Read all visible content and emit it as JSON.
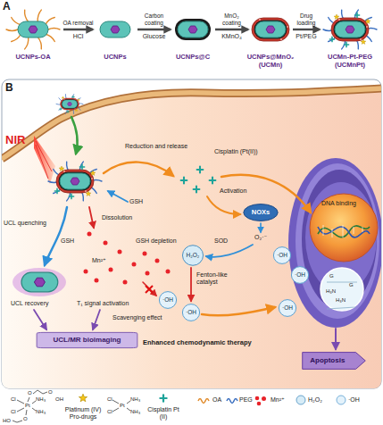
{
  "diagram": {
    "nodes": [
      {
        "text": [
          "UCNPs-OA"
        ]
      },
      {
        "text": [
          "UCNPs"
        ]
      },
      {
        "text": [
          "UCNPs@C"
        ]
      },
      {
        "text": [
          "UCNPs@MnO₂ (UCMn)"
        ]
      },
      {
        "text": [
          "UCMn-Pt-PEG (UCMnPt)"
        ]
      },
      {
        "text": [
          "NOXs"
        ]
      },
      {
        "text": [
          "H₂O₂"
        ]
      },
      {
        "text": [
          "·OH"
        ]
      },
      {
        "text": [
          "·OH"
        ]
      },
      {
        "text": [
          "·OH"
        ]
      },
      {
        "text": [
          "·OH"
        ]
      },
      {
        "text": [
          "·OH"
        ]
      },
      {
        "text": [
          "UCL/MR bioimaging"
        ]
      },
      {
        "text": [
          "Apoptosis"
        ]
      }
    ],
    "edges": [
      {
        "from": 0,
        "to": 1,
        "label": "OA removal",
        "arrow": "to"
      },
      {
        "from": 1,
        "to": 2,
        "label": "Carbon coating",
        "arrow": "to"
      },
      {
        "from": 2,
        "to": 3,
        "label": "MnO₂ coating",
        "arrow": "to"
      },
      {
        "from": 3,
        "to": 4,
        "label": "Drug loading",
        "arrow": "to"
      }
    ],
    "labels": [
      "A",
      "HCl",
      "Glucose",
      "KMnO₄",
      "Pt/PEG",
      "B",
      "NIR",
      "UCL quenching",
      "GSH",
      "UCL recovery",
      "T₁ signal activation",
      "Dissolution",
      "GSH",
      "GSH depletion",
      "Mn²⁺",
      "Reduction and release",
      "Cisplatin (Pt(II))",
      "Activation",
      "O₂·⁻",
      "SOD",
      "Fenton-like catalyst",
      "Scavenging effect",
      "Enhanced chemodynamic therapy",
      "DNA binding",
      "G",
      "G",
      "H₃N",
      "H₃N",
      "Cl",
      "Cl",
      "Pt",
      "NH₃",
      "NH₃",
      "O",
      "O",
      "OH",
      "O",
      "HO",
      "Cl",
      "Cl",
      "Pt",
      "NH₃",
      "NH₃"
    ],
    "legend": [
      {
        "text": "OA"
      },
      {
        "text": "PEG"
      },
      {
        "text": "Mn²⁺",
        "color": "#e8232a"
      },
      {
        "text": "H₂O₂"
      },
      {
        "text": "·OH"
      },
      {
        "text": "Platinum (IV) Pro-drugs"
      },
      {
        "text": "Cisplatin Pt (II)"
      }
    ]
  }
}
